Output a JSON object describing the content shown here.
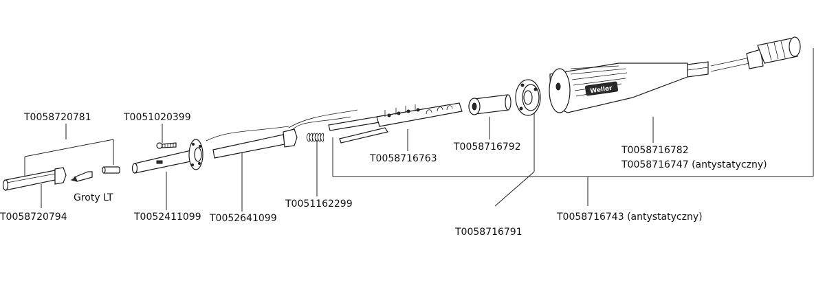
{
  "diagram": {
    "brand_mark": "Weller",
    "labels": {
      "tip_group": "T0058720781",
      "tip_sleeve": "T0058720794",
      "tips": "Groty LT",
      "screw": "T0051020399",
      "barrel_flange": "T0052411099",
      "heater": "T0052641099",
      "spring": "T0051162299",
      "contact_carrier": "T0058716763",
      "insulator": "T0058716792",
      "nut": "T0058716791",
      "handle": "T0058716782",
      "handle_antistatic": "T0058716747 (antystatyczny)",
      "complete_antistatic": "T0058716743 (antystatyczny)"
    }
  }
}
